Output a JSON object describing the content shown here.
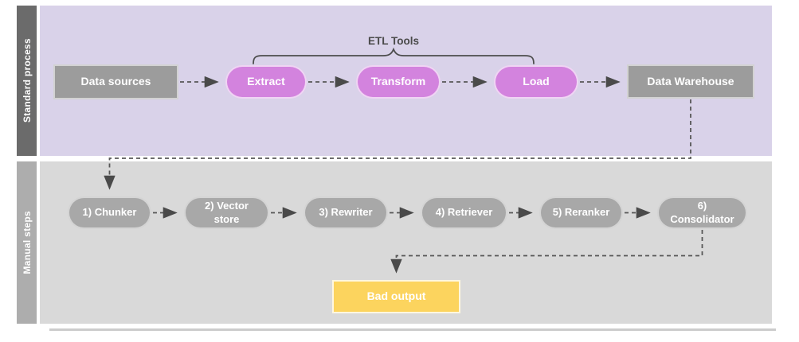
{
  "lanes": {
    "standard": {
      "label": "Standard process",
      "bar_color": "#6b6b6b",
      "bg_color": "#d9d2e9"
    },
    "manual": {
      "label": "Manual steps",
      "bar_color": "#adadad",
      "bg_color": "#d9d9d9"
    }
  },
  "annotations": {
    "etl_tools": "ETL Tools"
  },
  "nodes": {
    "data_sources": {
      "label": "Data sources",
      "shape": "rectangle",
      "color": "#9c9c9c"
    },
    "extract": {
      "label": "Extract",
      "shape": "pill",
      "color": "#d383de"
    },
    "transform": {
      "label": "Transform",
      "shape": "pill",
      "color": "#d383de"
    },
    "load": {
      "label": "Load",
      "shape": "pill",
      "color": "#d383de"
    },
    "data_warehouse": {
      "label": "Data Warehouse",
      "shape": "rectangle",
      "color": "#9c9c9c"
    },
    "chunker": {
      "label": "1) Chunker",
      "shape": "pill",
      "color": "#a8a8a8"
    },
    "vector_store": {
      "label": "2) Vector\nstore",
      "shape": "pill",
      "color": "#a8a8a8"
    },
    "rewriter": {
      "label": "3) Rewriter",
      "shape": "pill",
      "color": "#a8a8a8"
    },
    "retriever": {
      "label": "4) Retriever",
      "shape": "pill",
      "color": "#a8a8a8"
    },
    "reranker": {
      "label": "5) Reranker",
      "shape": "pill",
      "color": "#a8a8a8"
    },
    "consolidator": {
      "label": "6)\nConsolidator",
      "shape": "pill",
      "color": "#a8a8a8"
    },
    "bad_output": {
      "label": "Bad output",
      "shape": "rectangle",
      "color": "#fcd45e"
    }
  },
  "edges": [
    {
      "from": "data_sources",
      "to": "extract",
      "style": "dashed-arrow"
    },
    {
      "from": "extract",
      "to": "transform",
      "style": "dashed-arrow"
    },
    {
      "from": "transform",
      "to": "load",
      "style": "dashed-arrow"
    },
    {
      "from": "load",
      "to": "data_warehouse",
      "style": "dashed-arrow"
    },
    {
      "from": "data_warehouse",
      "to": "chunker",
      "style": "dashed-arrow"
    },
    {
      "from": "chunker",
      "to": "vector_store",
      "style": "dashed-arrow"
    },
    {
      "from": "vector_store",
      "to": "rewriter",
      "style": "dashed-arrow"
    },
    {
      "from": "rewriter",
      "to": "retriever",
      "style": "dashed-arrow"
    },
    {
      "from": "retriever",
      "to": "reranker",
      "style": "dashed-arrow"
    },
    {
      "from": "reranker",
      "to": "consolidator",
      "style": "dashed-arrow"
    },
    {
      "from": "consolidator",
      "to": "bad_output",
      "style": "dashed-arrow"
    }
  ],
  "bracket": {
    "covers": [
      "extract",
      "transform",
      "load"
    ],
    "label": "ETL Tools"
  },
  "colors": {
    "connector": "#575757",
    "arrowhead": "#4a4a4a",
    "bracket": "#4d4d4d",
    "bad_output_fill": "#fcd45e",
    "purple_pill_fill": "#d383de",
    "gray_pill_fill": "#a8a8a8",
    "gray_box_fill": "#9c9c9c",
    "lane_top_bg": "#d9d2e9",
    "lane_bottom_bg": "#d9d9d9"
  }
}
